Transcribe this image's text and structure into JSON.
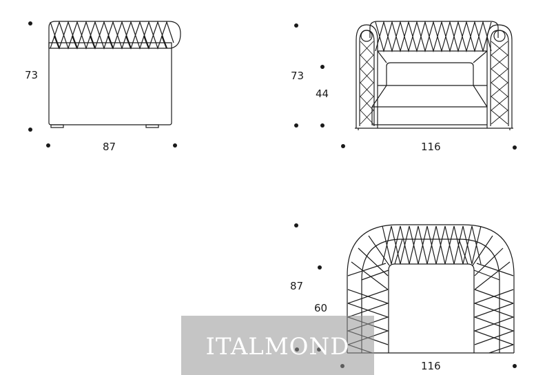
{
  "views": {
    "side": {
      "height_label": "73",
      "width_label": "87"
    },
    "front": {
      "height_label": "73",
      "seat_height_label": "44",
      "width_label": "116"
    },
    "top": {
      "depth_label": "87",
      "seat_depth_label": "60",
      "width_label": "116"
    }
  },
  "watermark": {
    "text": "ITALMOND"
  },
  "colors": {
    "line": "#1a1a1a",
    "watermark_bg": "#969696",
    "watermark_text": "#ffffff"
  }
}
